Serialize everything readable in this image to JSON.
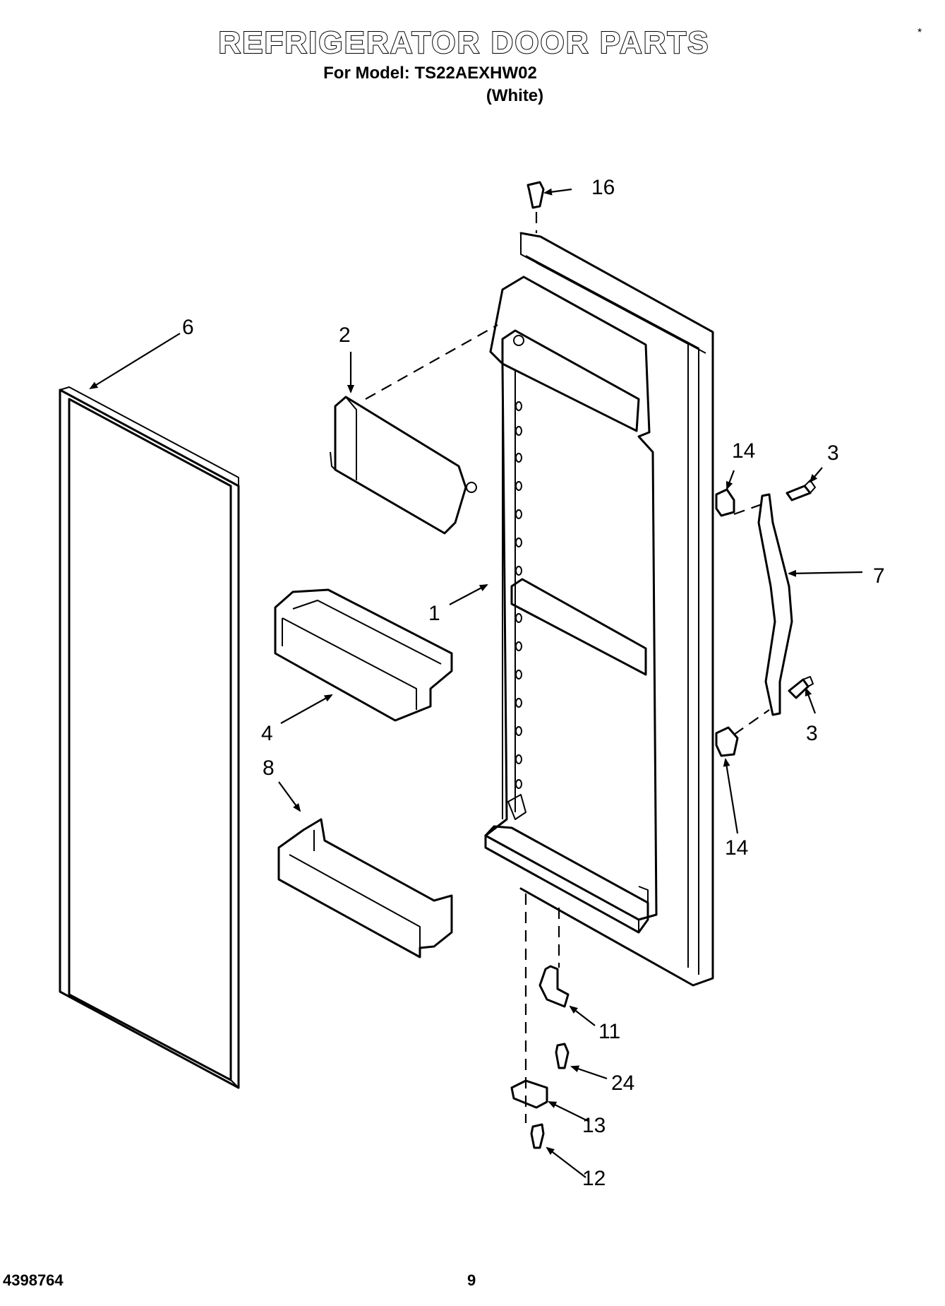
{
  "header": {
    "title": "REFRIGERATOR DOOR PARTS",
    "model_line": "For Model: TS22AEXHW02",
    "color_line": "(White)"
  },
  "footer": {
    "document_number": "4398764",
    "page_number": "9"
  },
  "mark": "*",
  "callouts": {
    "door_panel": "1",
    "dairy_door": "2",
    "handle_screw_top": "3",
    "handle_screw_bottom": "3",
    "door_shelf": "4",
    "gasket": "6",
    "handle": "7",
    "door_bin": "8",
    "hinge": "11",
    "hinge_screw": "12",
    "hinge_bracket": "13",
    "handle_clip_top": "14",
    "handle_clip_bottom": "14",
    "hinge_bushing": "16",
    "hinge_pin_screw": "24"
  }
}
